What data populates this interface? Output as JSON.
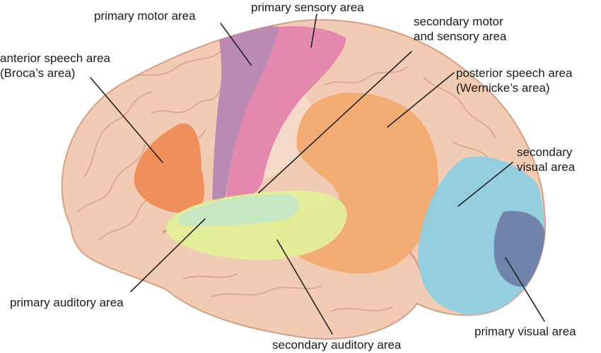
{
  "labels": {
    "primary_motor": "primary motor area",
    "primary_sensory": "primary sensory area",
    "secondary_motor_sensory": [
      "secondary motor",
      "and sensory area"
    ],
    "anterior_speech": [
      "anterior speech area",
      "(Broca’s area)"
    ],
    "posterior_speech": [
      "posterior speech area",
      "(Wernicke’s area)"
    ],
    "secondary_visual": [
      "secondary",
      "visual area"
    ],
    "primary_auditory": "primary auditory area",
    "secondary_auditory": "secondary auditory area",
    "primary_visual": "primary visual area"
  },
  "colors": {
    "brain": "#f1cbb4",
    "brain_outline": "#d59f86",
    "gyri": "#c99177",
    "primary_motor": "#b483b5",
    "primary_sensory": "#e482ad",
    "secondary_motor_sensory": "#f6dccb",
    "anterior_speech": "#ee8a55",
    "posterior_speech": "#f3aa72",
    "primary_auditory": "#c5e8c4",
    "secondary_auditory": "#e3ee98",
    "secondary_visual": "#8fcde0",
    "primary_visual": "#6f7fa8",
    "leader_line": "#222222"
  }
}
